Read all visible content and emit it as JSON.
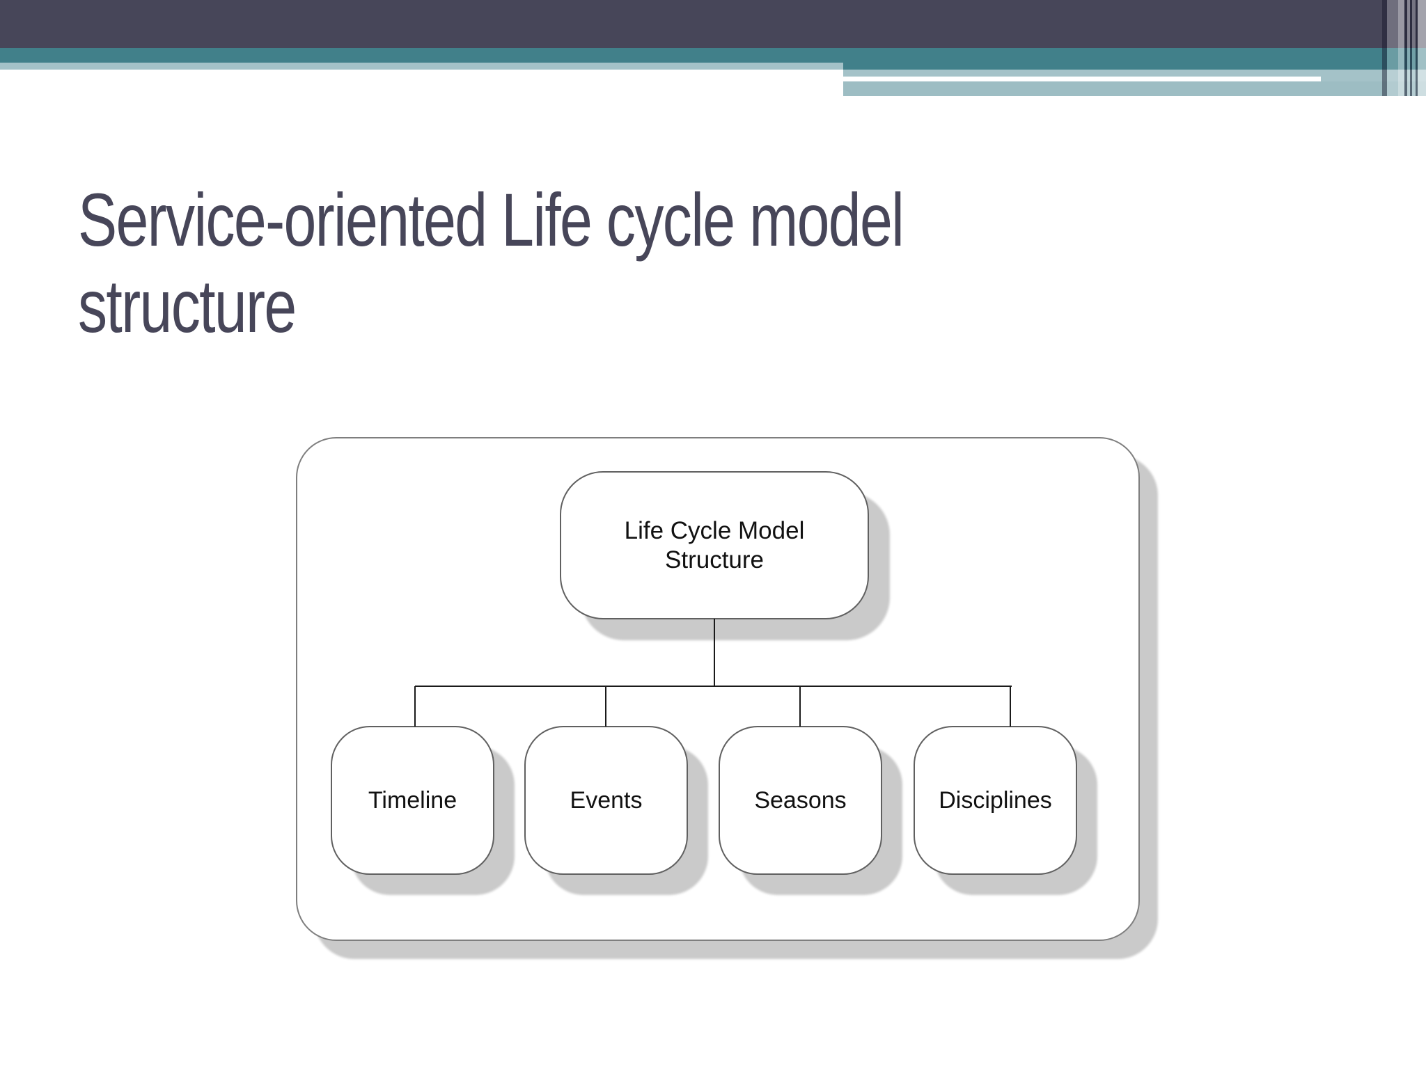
{
  "slide": {
    "title": {
      "line1": "Service-oriented Life cycle model",
      "line2": "structure"
    }
  },
  "diagram": {
    "root": {
      "line1": "Life Cycle Model",
      "line2": "Structure"
    },
    "children": [
      {
        "label": "Timeline"
      },
      {
        "label": "Events"
      },
      {
        "label": "Seasons"
      },
      {
        "label": "Disciplines"
      }
    ]
  },
  "theme": {
    "colors": {
      "dark": "#474659",
      "teal": "#41808a",
      "teal-light-1": "#a4c2c8",
      "teal-light-2": "#9dbdc3",
      "title": "#474659",
      "shadow": "#cacaca",
      "line": "#1a1a1a",
      "node-border": "#606060",
      "outer-border": "#7e7e7e",
      "node-text": "#111111",
      "background": "#ffffff"
    }
  }
}
